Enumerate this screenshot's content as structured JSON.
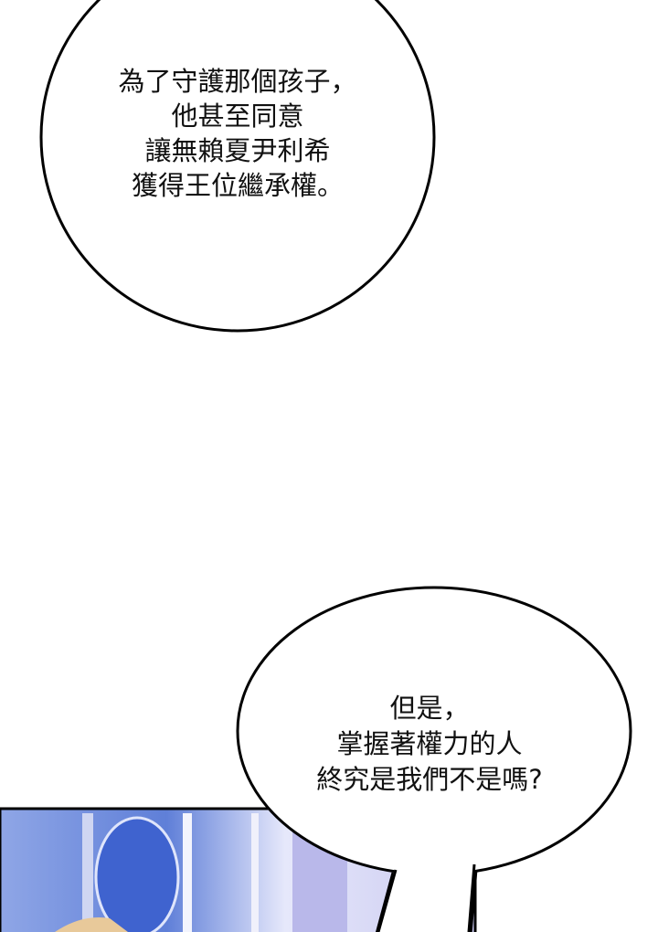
{
  "bubbles": [
    {
      "lines": [
        "為了守護那個孩子，",
        "他甚至同意",
        "讓無賴夏尹利希",
        "獲得王位繼承權。"
      ]
    },
    {
      "lines": [
        "但是，",
        "掌握著權力的人",
        "終究是我們不是嗎?"
      ]
    }
  ],
  "colors": {
    "panel_blue": "#6f8fe0",
    "panel_light": "#d9dcf6",
    "outline": "#000000"
  }
}
